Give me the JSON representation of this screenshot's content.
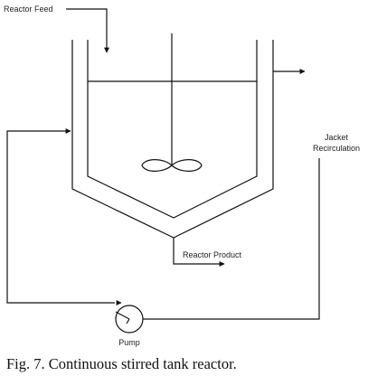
{
  "diagram": {
    "labels": {
      "reactor_feed": "Reactor Feed",
      "jacket_line1": "Jacket",
      "jacket_line2": "Recirculation",
      "reactor_product": "Reactor Product",
      "pump": "Pump"
    },
    "colors": {
      "stroke": "#111111",
      "text": "#222222"
    }
  },
  "caption": "Fig. 7. Continuous stirred tank reactor."
}
